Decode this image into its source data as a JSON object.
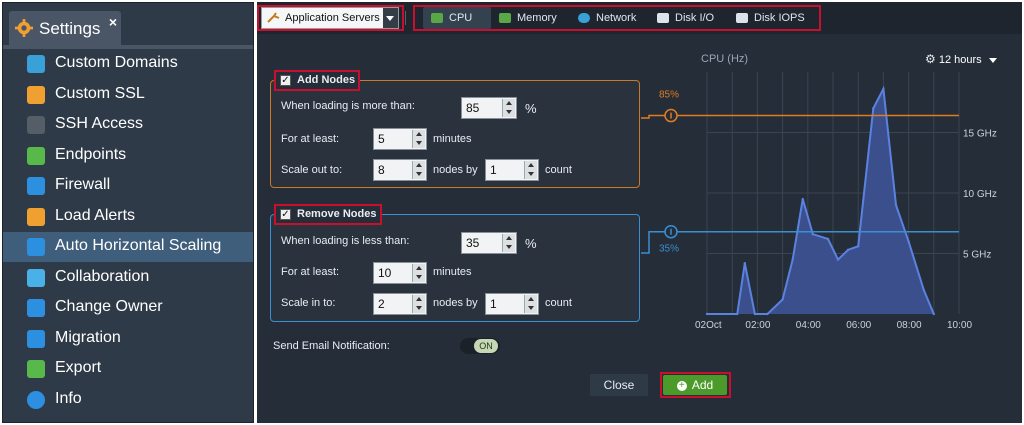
{
  "sidebar": {
    "tab_title": "Settings",
    "close_glyph": "×",
    "items": [
      {
        "label": "Custom Domains",
        "icon": "globe-icon",
        "color": "#3aa0d8"
      },
      {
        "label": "Custom SSL",
        "icon": "certificate-icon",
        "color": "#f0a030"
      },
      {
        "label": "SSH Access",
        "icon": "terminal-icon",
        "color": "#555d66"
      },
      {
        "label": "Endpoints",
        "icon": "endpoints-icon",
        "color": "#58b84a"
      },
      {
        "label": "Firewall",
        "icon": "shield-icon",
        "color": "#2c8fe0"
      },
      {
        "label": "Load Alerts",
        "icon": "alert-envelope-icon",
        "color": "#f0a030"
      },
      {
        "label": "Auto Horizontal Scaling",
        "icon": "scaling-icon",
        "color": "#2c8fe0"
      },
      {
        "label": "Collaboration",
        "icon": "collaboration-icon",
        "color": "#4ab0e8"
      },
      {
        "label": "Change Owner",
        "icon": "change-owner-icon",
        "color": "#2c8fe0"
      },
      {
        "label": "Migration",
        "icon": "migration-icon",
        "color": "#2c8fe0"
      },
      {
        "label": "Export",
        "icon": "export-icon",
        "color": "#58b84a"
      },
      {
        "label": "Info",
        "icon": "info-icon",
        "color": "#2c8fe0"
      }
    ],
    "active_index": 6
  },
  "toolbar": {
    "node_group": "Application Servers",
    "tabs": [
      {
        "label": "CPU",
        "icon": "cpu-icon",
        "color": "#5aa845"
      },
      {
        "label": "Memory",
        "icon": "memory-icon",
        "color": "#5aa845"
      },
      {
        "label": "Network",
        "icon": "network-icon",
        "color": "#3aa0d8"
      },
      {
        "label": "Disk I/O",
        "icon": "disk-icon",
        "color": "#dde3ea"
      },
      {
        "label": "Disk IOPS",
        "icon": "disk-icon",
        "color": "#dde3ea"
      }
    ],
    "selected_tab": "CPU"
  },
  "add_nodes": {
    "title": "Add Nodes",
    "checked": true,
    "load_label": "When loading is more than:",
    "load_value": "85",
    "percent": "%",
    "duration_label": "For at least:",
    "duration_value": "5",
    "duration_unit": "minutes",
    "scale_label": "Scale out to:",
    "scale_value": "8",
    "nodes_by": "nodes by",
    "step_value": "1",
    "count": "count"
  },
  "remove_nodes": {
    "title": "Remove Nodes",
    "checked": true,
    "load_label": "When loading is less than:",
    "load_value": "35",
    "percent": "%",
    "duration_label": "For at least:",
    "duration_value": "10",
    "duration_unit": "minutes",
    "scale_label": "Scale in to:",
    "scale_value": "2",
    "nodes_by": "nodes by",
    "step_value": "1",
    "count": "count"
  },
  "email": {
    "label": "Send Email Notification:",
    "toggle": "ON"
  },
  "buttons": {
    "close": "Close",
    "add": "Add"
  },
  "chart_data": {
    "type": "area",
    "title": "CPU (Hz)",
    "period": "12 hours",
    "x_ticks": [
      "02Oct",
      "02:00",
      "04:00",
      "06:00",
      "08:00",
      "10:00"
    ],
    "y_ticks": [
      "15 GHz",
      "10 GHz",
      "5 GHz"
    ],
    "ylim": [
      0,
      20
    ],
    "thresholds": [
      {
        "label": "85%",
        "value": 16.4,
        "color": "#e07d20"
      },
      {
        "label": "35%",
        "value": 6.8,
        "color": "#3a8fd0"
      }
    ],
    "x": [
      0,
      1.2,
      1.5,
      1.9,
      2.4,
      3.0,
      3.4,
      3.8,
      4.2,
      4.8,
      5.2,
      5.6,
      6.0,
      6.6,
      7.0,
      7.5,
      8.0,
      8.6,
      9.0
    ],
    "values": [
      0,
      0,
      4.2,
      0,
      0,
      1.2,
      4.5,
      9.5,
      6.6,
      6.2,
      4.5,
      5.3,
      5.6,
      17.0,
      18.6,
      9.0,
      6.0,
      2.0,
      0
    ],
    "colors": {
      "fill": "#3b4f8c",
      "line": "#5a82e0",
      "grid": "#3a4452"
    }
  }
}
